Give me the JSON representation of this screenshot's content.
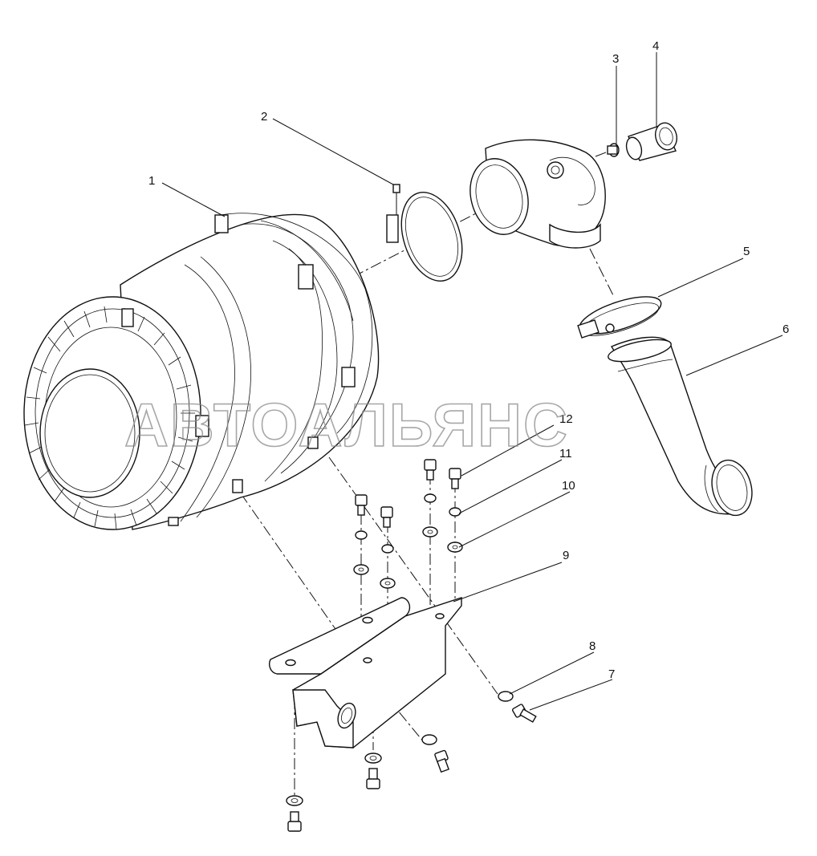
{
  "watermark": "АВТОАЛЬЯНС",
  "callouts": [
    {
      "id": "1",
      "label": "1",
      "part": "air-filter-housing"
    },
    {
      "id": "2",
      "label": "2",
      "part": "clamp"
    },
    {
      "id": "3",
      "label": "3",
      "part": "fitting"
    },
    {
      "id": "4",
      "label": "4",
      "part": "sensor-cap"
    },
    {
      "id": "5",
      "label": "5",
      "part": "hose-clamp"
    },
    {
      "id": "6",
      "label": "6",
      "part": "intake-hose"
    },
    {
      "id": "7",
      "label": "7",
      "part": "bolt"
    },
    {
      "id": "8",
      "label": "8",
      "part": "washer"
    },
    {
      "id": "9",
      "label": "9",
      "part": "mounting-bracket"
    },
    {
      "id": "10",
      "label": "10",
      "part": "flat-washer"
    },
    {
      "id": "11",
      "label": "11",
      "part": "lock-washer"
    },
    {
      "id": "12",
      "label": "12",
      "part": "bolt"
    }
  ]
}
